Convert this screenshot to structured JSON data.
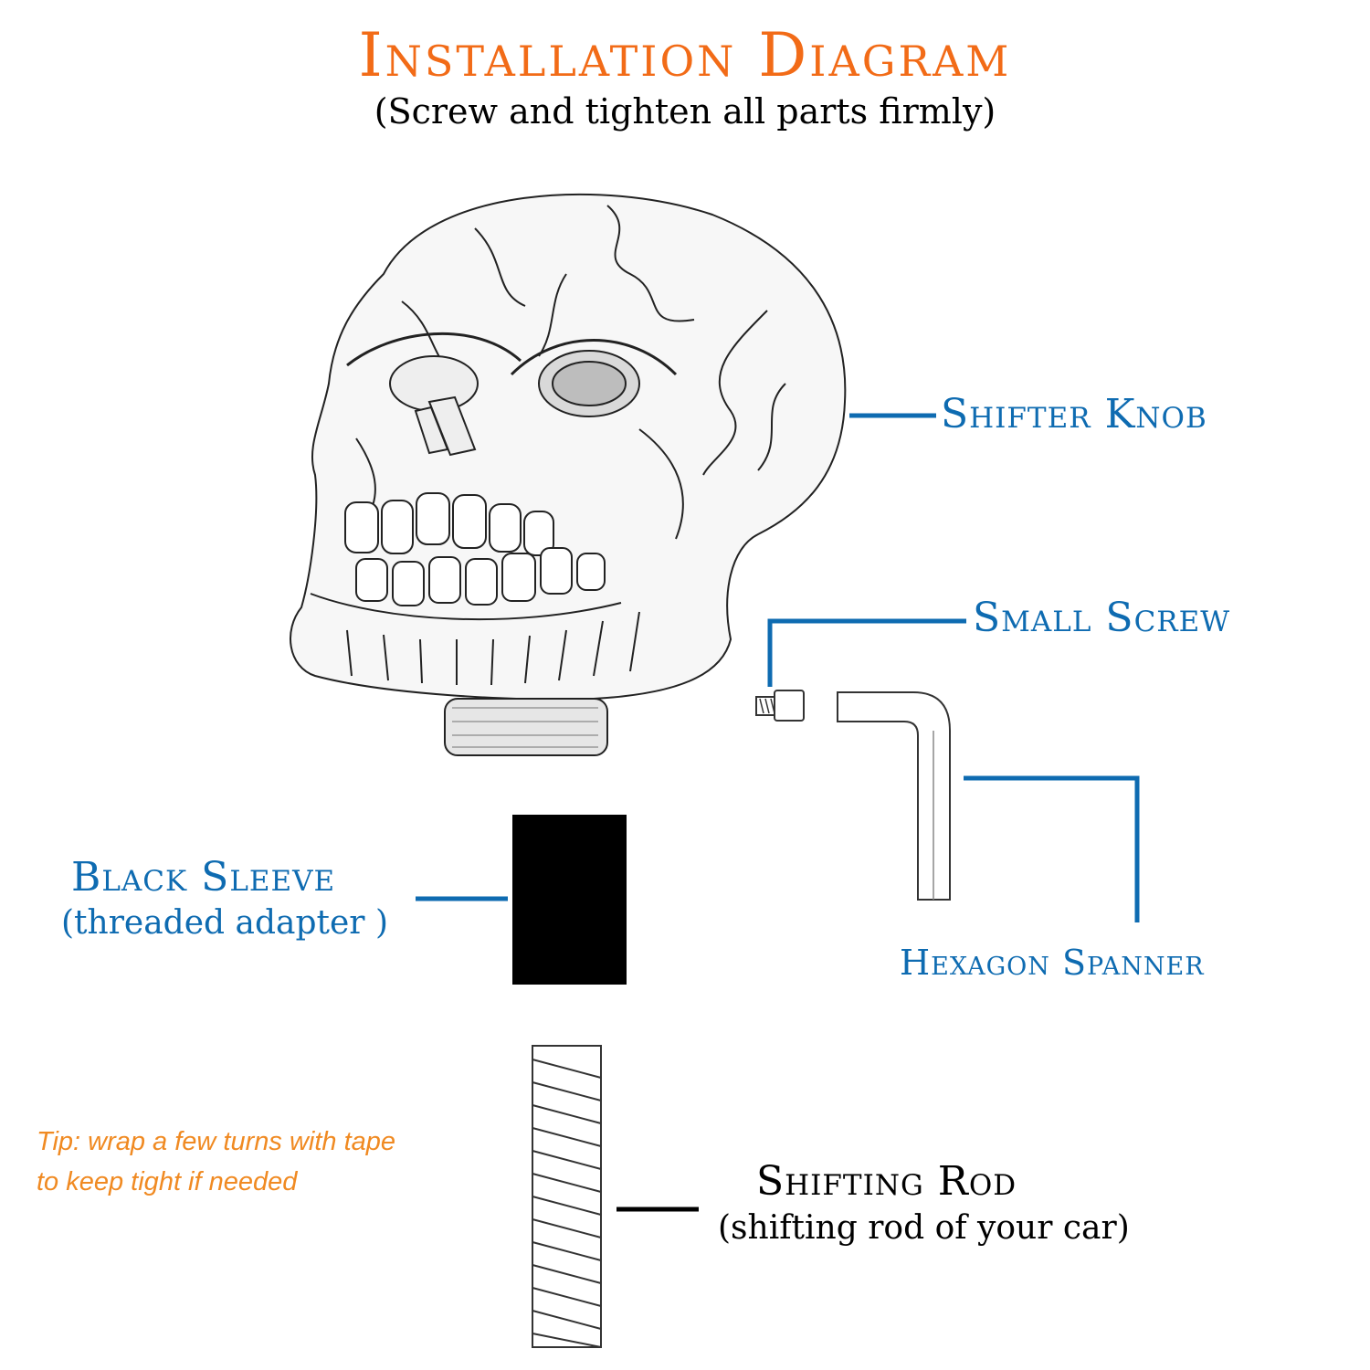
{
  "title": "Installation Diagram",
  "subtitle": "(Screw and tighten all parts firmly)",
  "labels": {
    "shifter_knob": "Shifter Knob",
    "small_screw": "Small Screw",
    "black_sleeve": "Black Sleeve",
    "black_sleeve_sub": "(threaded adapter )",
    "hexagon_spanner": "Hexagon Spanner",
    "shifting_rod": "Shifting Rod",
    "shifting_rod_sub": "(shifting rod of your car)"
  },
  "tip": {
    "line1": "Tip: wrap a few turns with tape",
    "line2": "to keep tight if needed"
  },
  "colors": {
    "title": "#f26b17",
    "label_blue": "#0e6bb1",
    "tip": "#f08a22",
    "text_black": "#000000"
  },
  "icons": [
    "skull-shifter-knob-icon",
    "small-screw-icon",
    "hex-key-icon",
    "black-sleeve-icon",
    "threaded-rod-icon"
  ]
}
